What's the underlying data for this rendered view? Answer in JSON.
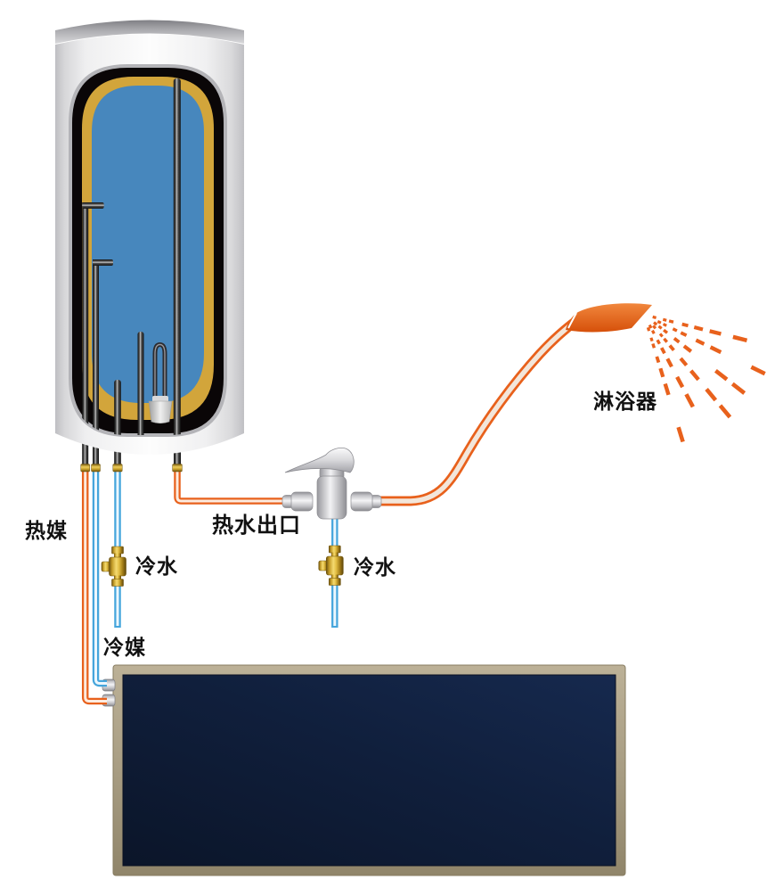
{
  "diagram": {
    "type": "solar-water-heater-system-diagram",
    "labels": {
      "heat_medium": "热媒",
      "cold_water_tank_line": "冷水",
      "cold_medium": "冷媒",
      "hot_water_outlet": "热水出口",
      "cold_water_mixer_line": "冷水",
      "shower": "淋浴器"
    },
    "colors": {
      "hot_pipe_orange": "#e8611c",
      "cold_pipe_blue": "#45a5dc",
      "tank_water_blue": "#4787bd",
      "tank_insulation_gold": "#d2a53b",
      "tank_liner_black": "#0a0607",
      "brass_fitting": "#e9c94f",
      "collector_frame_tan": "#a89d83",
      "collector_absorber_navy": "#101d38",
      "label_text": "#111111"
    }
  }
}
